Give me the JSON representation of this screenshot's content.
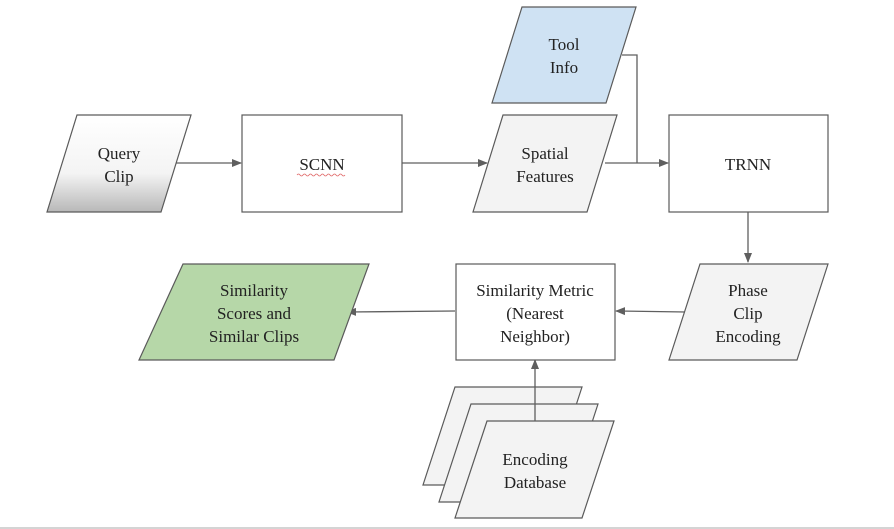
{
  "colors": {
    "stroke": "#5a5a5a",
    "box_fill": "#ffffff",
    "data_fill": "#f3f3f3",
    "tool_info_fill": "#cfe2f3",
    "result_fill": "#b6d7a8"
  },
  "nodes": {
    "query_clip": {
      "lines": [
        "Query",
        "Clip"
      ]
    },
    "scnn": {
      "lines": [
        "SCNN"
      ]
    },
    "spatial_features": {
      "lines": [
        "Spatial",
        "Features"
      ]
    },
    "tool_info": {
      "lines": [
        "Tool",
        "Info"
      ]
    },
    "trnn": {
      "lines": [
        "TRNN"
      ]
    },
    "phase_clip_encoding": {
      "lines": [
        "Phase",
        "Clip",
        "Encoding"
      ]
    },
    "similarity_metric": {
      "lines": [
        "Similarity Metric",
        "(Nearest",
        "Neighbor)"
      ]
    },
    "similarity_scores": {
      "lines": [
        "Similarity",
        "Scores and",
        "Similar Clips"
      ]
    },
    "encoding_database": {
      "lines": [
        "Encoding",
        "Database"
      ]
    }
  },
  "edges": [
    {
      "from": "query_clip",
      "to": "scnn"
    },
    {
      "from": "scnn",
      "to": "spatial_features"
    },
    {
      "from": "spatial_features",
      "to": "trnn"
    },
    {
      "from": "tool_info",
      "to": "trnn"
    },
    {
      "from": "trnn",
      "to": "phase_clip_encoding"
    },
    {
      "from": "phase_clip_encoding",
      "to": "similarity_metric"
    },
    {
      "from": "encoding_database",
      "to": "similarity_metric"
    },
    {
      "from": "similarity_metric",
      "to": "similarity_scores"
    }
  ]
}
